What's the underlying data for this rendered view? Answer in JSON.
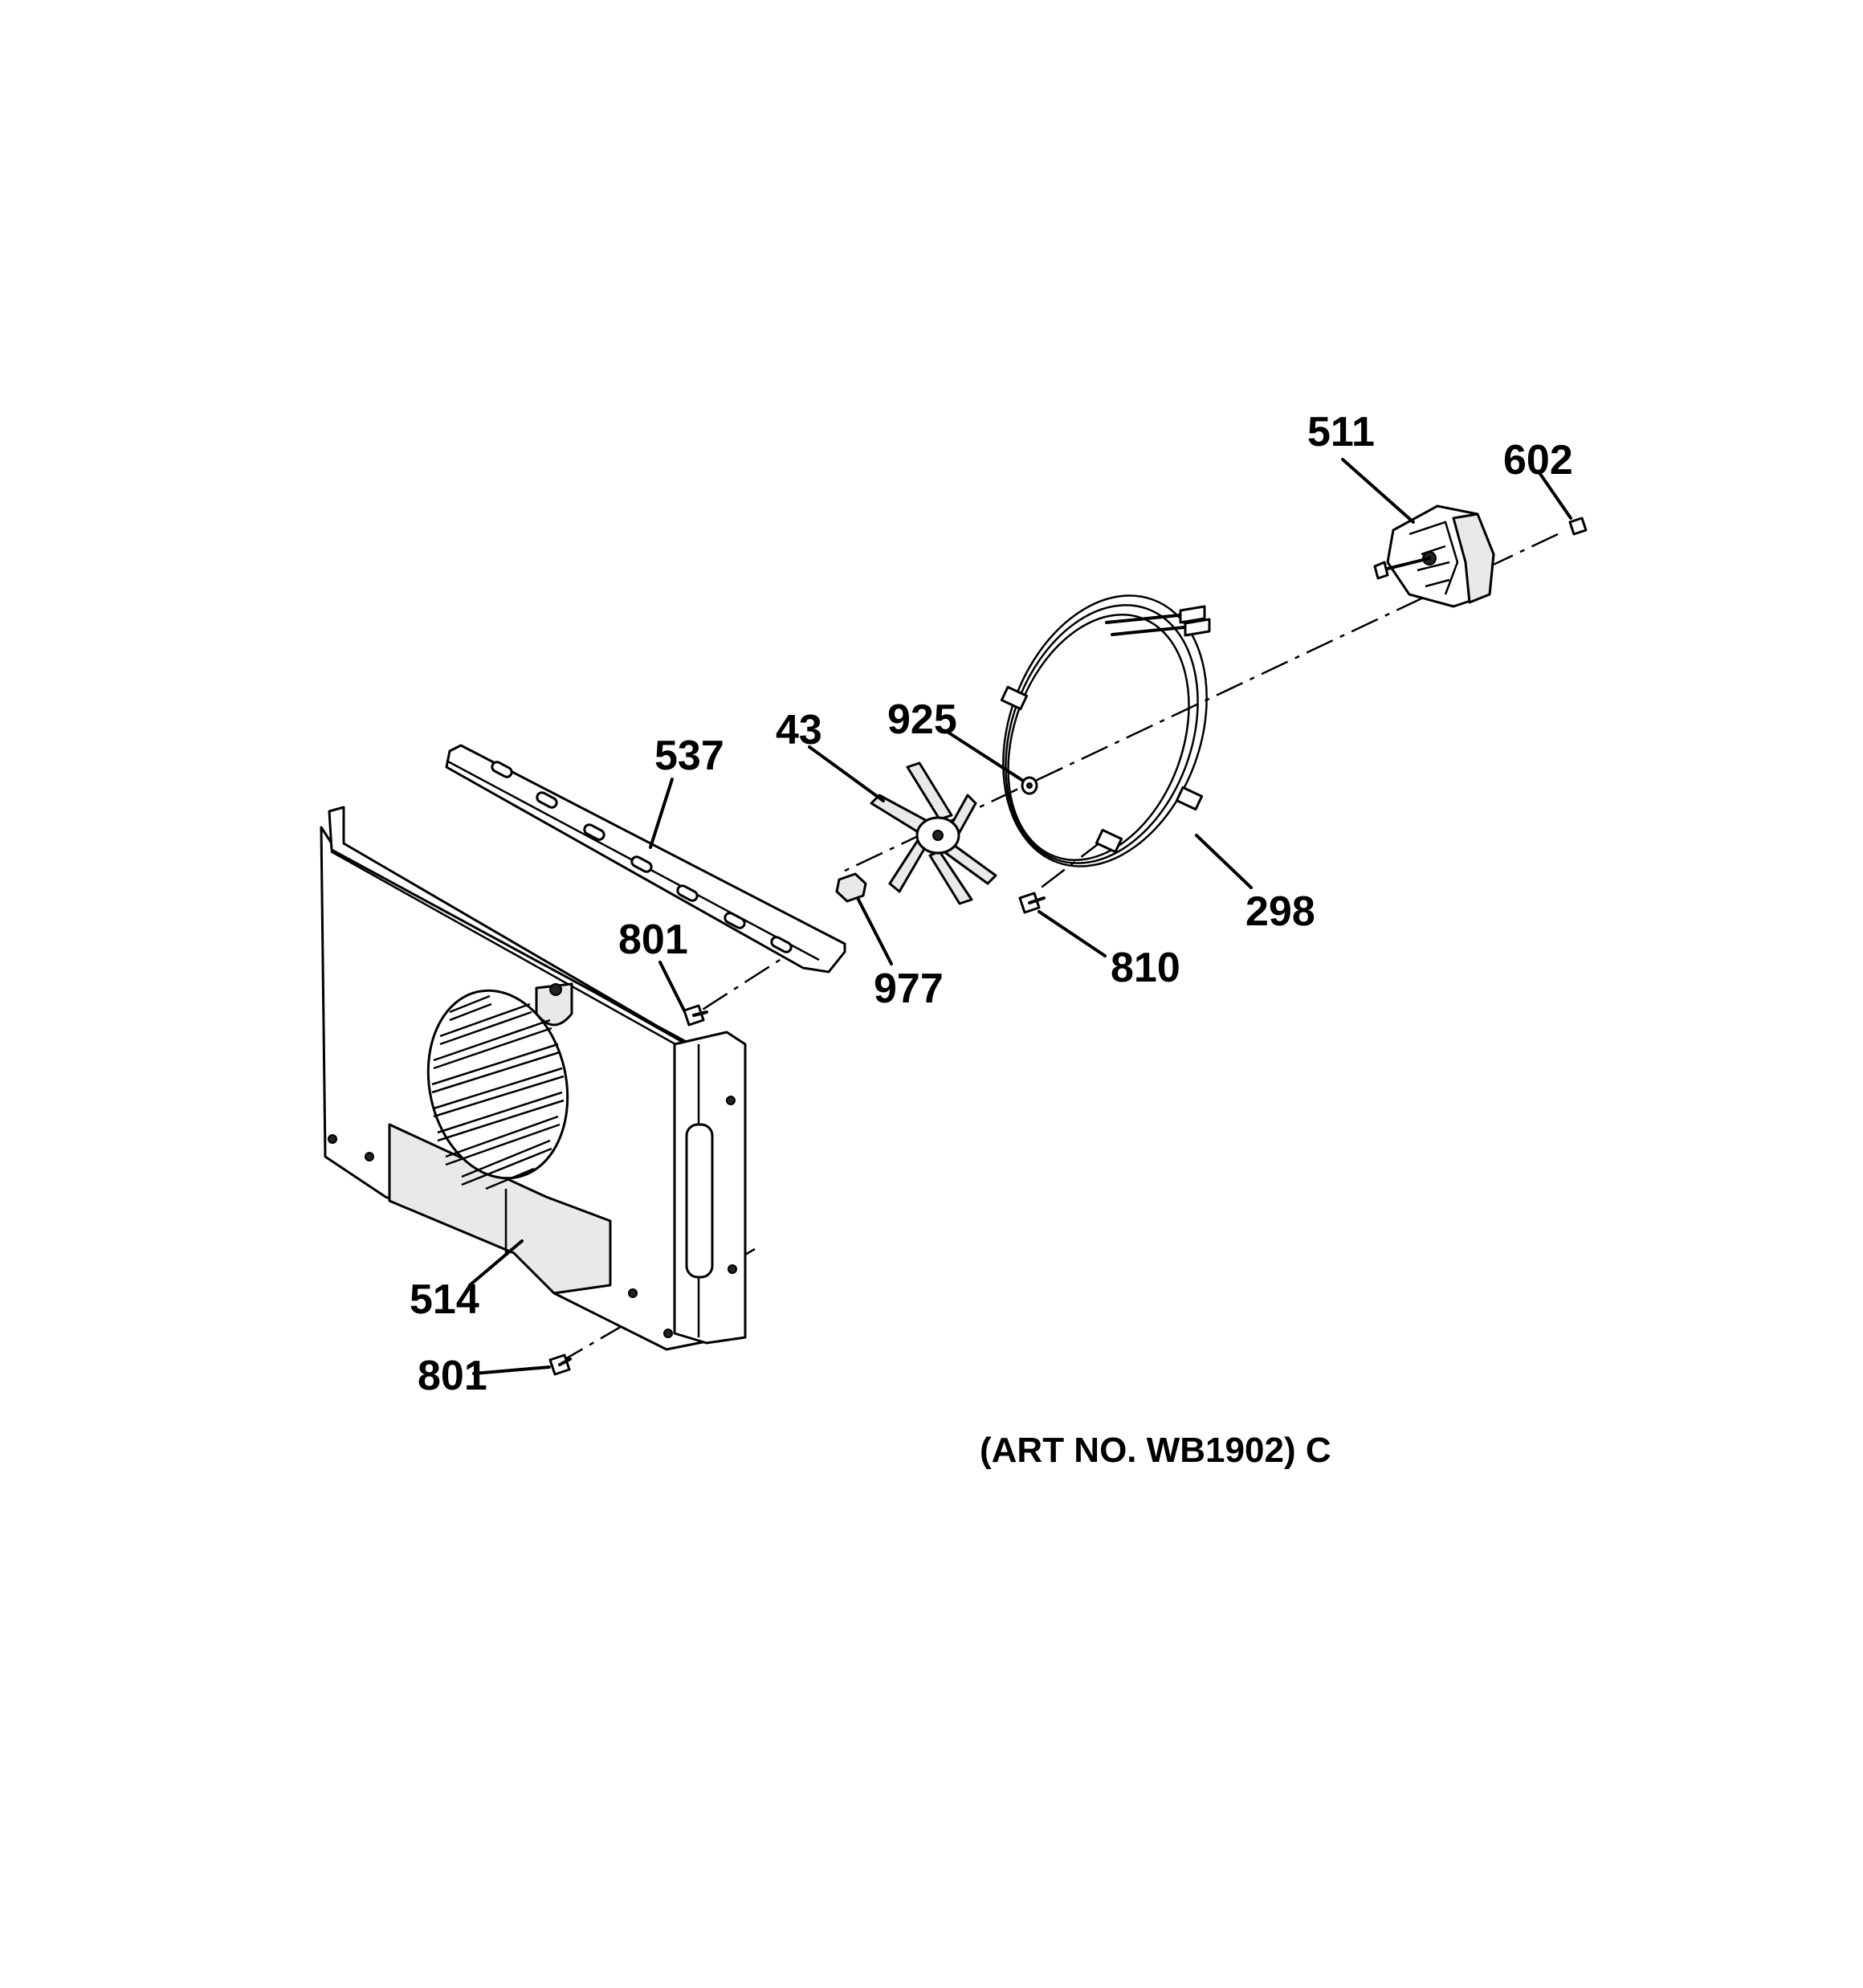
{
  "callouts": {
    "c511": "511",
    "c602": "602",
    "c925": "925",
    "c43": "43",
    "c537": "537",
    "c298": "298",
    "c801a": "801",
    "c977": "977",
    "c810": "810",
    "c514": "514",
    "c801b": "801"
  },
  "art_number": "(ART NO. WB1902) C"
}
